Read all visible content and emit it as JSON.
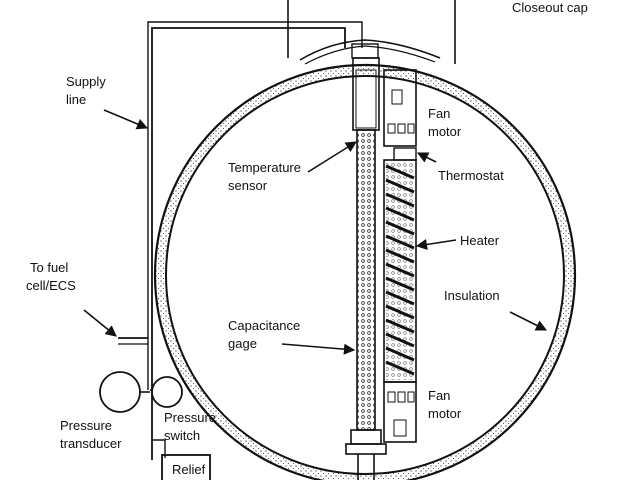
{
  "labels": {
    "closeout_cap": "Closeout cap",
    "supply_line_1": "Supply",
    "supply_line_2": "line",
    "fan_motor_top_1": "Fan",
    "fan_motor_top_2": "motor",
    "temperature_sensor_1": "Temperature",
    "temperature_sensor_2": "sensor",
    "thermostat": "Thermostat",
    "heater": "Heater",
    "to_fuel_cell_1": "To fuel",
    "to_fuel_cell_2": "cell/ECS",
    "insulation": "Insulation",
    "capacitance_gage_1": "Capacitance",
    "capacitance_gage_2": "gage",
    "fan_motor_bottom_1": "Fan",
    "fan_motor_bottom_2": "motor",
    "pressure_switch_1": "Pressure",
    "pressure_switch_2": "switch",
    "pressure_transducer_1": "Pressure",
    "pressure_transducer_2": "transducer",
    "relief": "Relief"
  },
  "colors": {
    "ink": "#111111",
    "paper": "#ffffff"
  }
}
